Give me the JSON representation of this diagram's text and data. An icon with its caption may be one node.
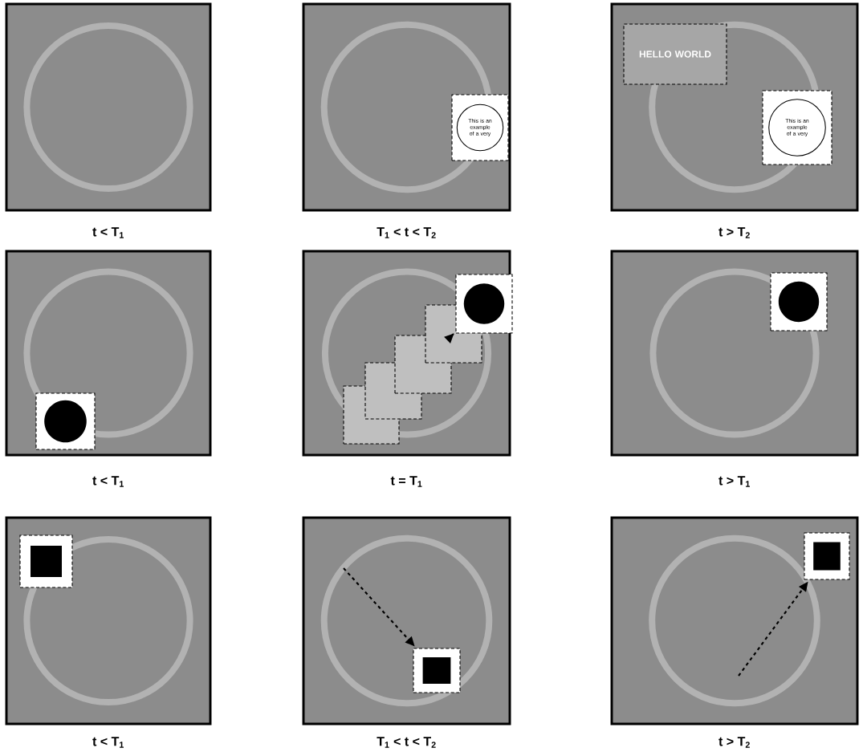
{
  "diagram": {
    "nodes": [
      {
        "text": [],
        "shape": "box",
        "beside": [
          "t < T$_{1}$"
        ]
      },
      {
        "text": [],
        "shape": "box",
        "beside": [
          "T$_{1}$ < t < T$_{2}$"
        ]
      },
      {
        "text": [
          "This is an example of a very"
        ],
        "in": 1
      },
      {
        "text": [],
        "shape": "box",
        "beside": [
          "t > T$_{2}$"
        ]
      },
      {
        "text": [
          "HELLO WORLD"
        ],
        "in": 3
      },
      {
        "text": [
          "This is an example of a very"
        ],
        "in": 3
      },
      {
        "text": [],
        "shape": "box",
        "beside": [
          "t < T$_{1}$"
        ]
      },
      {
        "text": [],
        "shape": "box",
        "in": 6
      },
      {
        "text": [],
        "shape": "box",
        "beside": [
          "t = T$_{1}$"
        ]
      },
      {
        "text": [],
        "shape": "box",
        "in": 8
      },
      {
        "text": [],
        "shape": "box",
        "in": 8
      },
      {
        "text": [],
        "shape": "box",
        "in": 8
      },
      {
        "text": [],
        "shape": "box",
        "in": 8
      },
      {
        "text": [],
        "shape": "box",
        "in": 8
      },
      {
        "text": [],
        "shape": "box",
        "beside": [
          "t > T$_{1}$"
        ]
      },
      {
        "text": [],
        "shape": "box",
        "in": 14
      },
      {
        "text": [],
        "shape": "box",
        "beside": [
          "t < T$_{1}$"
        ]
      },
      {
        "text": [],
        "shape": "box",
        "in": 16
      },
      {
        "text": [],
        "shape": "box",
        "beside": [
          "T$_{1}$ < t < T$_{2}$"
        ]
      },
      {
        "text": [],
        "shape": "box",
        "in": 18
      },
      {
        "text": [],
        "shape": "box",
        "beside": [
          "t > T$_{2}$"
        ]
      },
      {
        "text": [],
        "shape": "box",
        "in": 20
      }
    ],
    "edges": [
      {
        "from": 12,
        "to": 13,
        "arrow": "to",
        "style": "dashed"
      },
      {
        "from": null,
        "to": 19,
        "arrow": "to",
        "style": "dashed"
      },
      {
        "from": null,
        "to": 21,
        "arrow": "to",
        "style": "dashed"
      }
    ]
  }
}
